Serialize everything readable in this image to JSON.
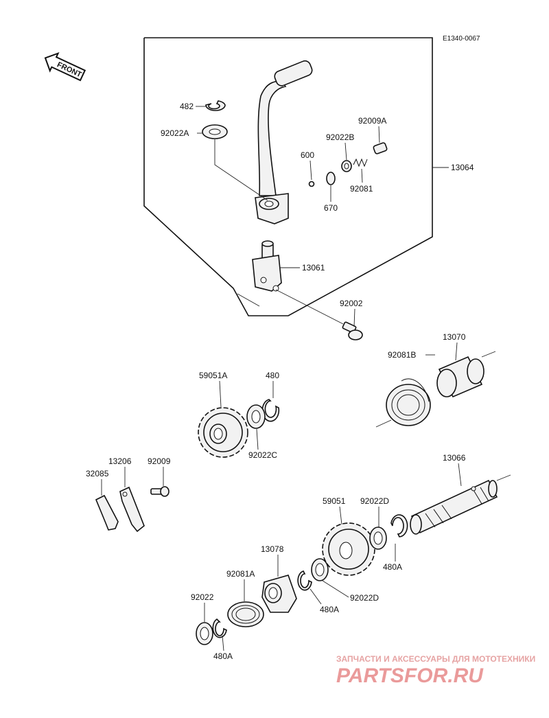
{
  "diagram": {
    "code": "E1340-0067",
    "front_label": "FRONT",
    "labels": {
      "p482": "482",
      "p92022A": "92022A",
      "p92009A": "92009A",
      "p92022B": "92022B",
      "p600": "600",
      "p92081": "92081",
      "p670": "670",
      "p13064": "13064",
      "p13061": "13061",
      "p92002": "92002",
      "p13070": "13070",
      "p92081B": "92081B",
      "p59051A": "59051A",
      "p480": "480",
      "p92022C": "92022C",
      "p13206": "13206",
      "p92009": "92009",
      "p32085": "32085",
      "p13066": "13066",
      "p59051": "59051",
      "p92022D_top": "92022D",
      "p480A_right": "480A",
      "p13078": "13078",
      "p92081A": "92081A",
      "p92022D_bottom": "92022D",
      "p480A_mid": "480A",
      "p92022": "92022",
      "p480A_bottom": "480A"
    }
  },
  "watermark": {
    "tagline": "ЗАПЧАСТИ И АКСЕССУАРЫ ДЛЯ МОТОТЕХНИКИ",
    "brand": "PARTSFOR.RU",
    "brand_color": "#ea9a9a"
  }
}
